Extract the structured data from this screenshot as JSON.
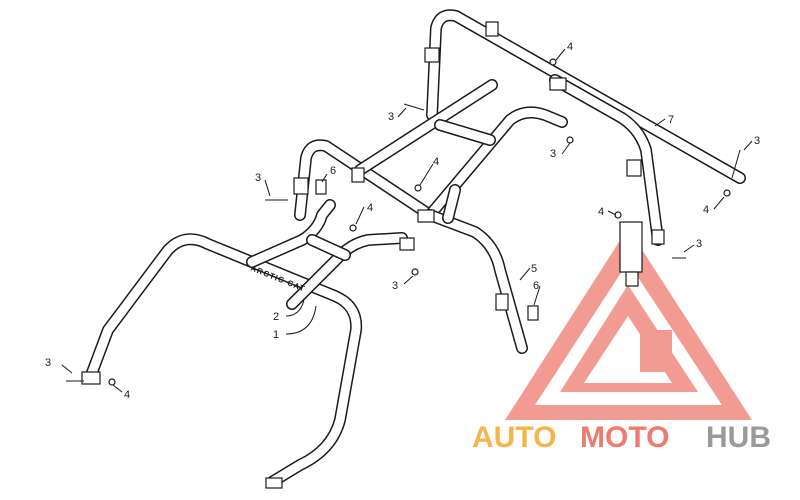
{
  "diagram": {
    "callouts": [
      {
        "id": "c3-left",
        "label": "3"
      },
      {
        "id": "c4-left",
        "label": "4"
      },
      {
        "id": "c2",
        "label": "2"
      },
      {
        "id": "c1",
        "label": "1"
      },
      {
        "id": "c3-upper-left",
        "label": "3"
      },
      {
        "id": "c6-left",
        "label": "6"
      },
      {
        "id": "c4-mid-left",
        "label": "4"
      },
      {
        "id": "c3-center",
        "label": "3"
      },
      {
        "id": "c4-center",
        "label": "4"
      },
      {
        "id": "c3-top",
        "label": "3"
      },
      {
        "id": "c4-top",
        "label": "4"
      },
      {
        "id": "c3-top-right",
        "label": "3"
      },
      {
        "id": "c7",
        "label": "7"
      },
      {
        "id": "c3-far-right",
        "label": "3"
      },
      {
        "id": "c4-far-right",
        "label": "4"
      },
      {
        "id": "c4-bracket",
        "label": "4"
      },
      {
        "id": "c3-bracket",
        "label": "3"
      },
      {
        "id": "c5",
        "label": "5"
      },
      {
        "id": "c6-right",
        "label": "6"
      }
    ],
    "decal_text": "ARCTIC CAT",
    "icons": [
      "bolt-icon",
      "nut-icon",
      "clamp-icon",
      "bracket-icon",
      "sticker-icon"
    ]
  },
  "watermark": {
    "part1": "AUTO",
    "part2": "MOTO",
    "part3": "HUB",
    "colors": {
      "auto": "#f5b54a",
      "moto": "#ef7b6e",
      "hub": "#9a9a9a",
      "logo": "#f08a80"
    }
  }
}
